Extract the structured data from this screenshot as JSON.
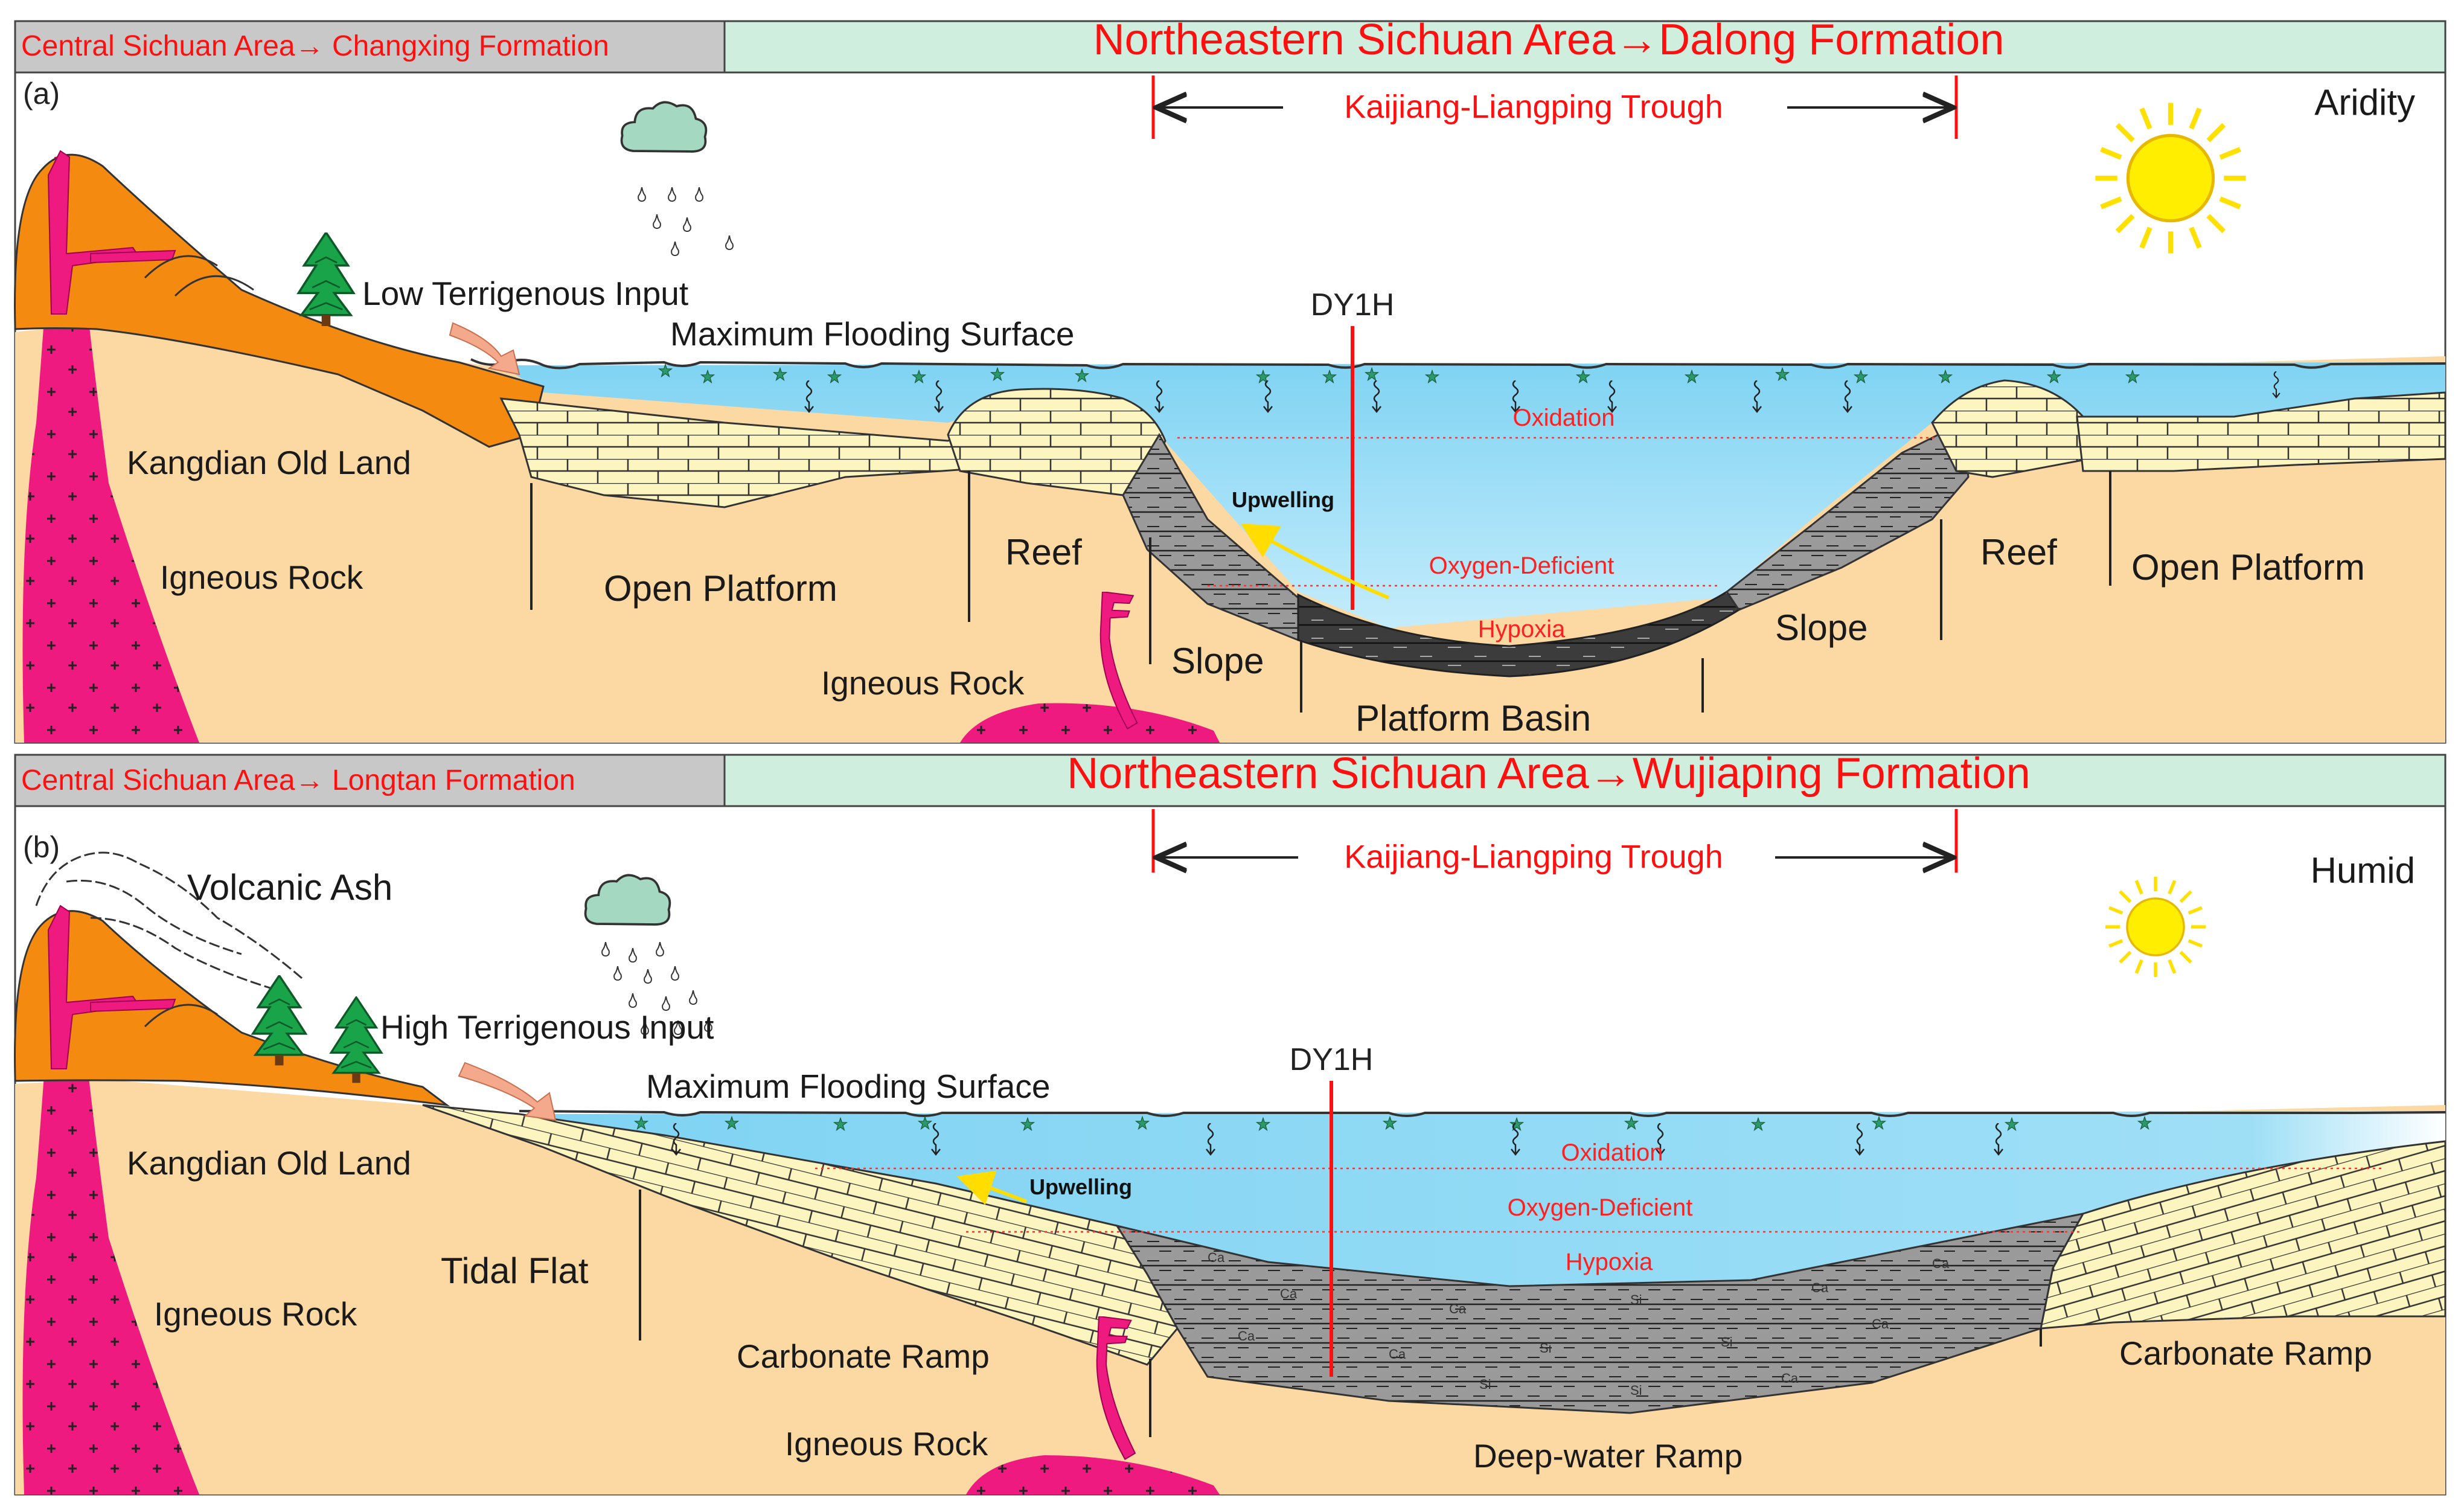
{
  "panels": [
    {
      "id": "a",
      "panel_label": "(a)",
      "climate": "Aridity",
      "header_left": "Central Sichuan Area→ Changxing Formation",
      "header_right": "Northeastern Sichuan Area→Dalong Formation",
      "trough": "Kaijiang-Liangping Trough",
      "well": "DY1H",
      "labels": {
        "input": "Low Terrigenous Input",
        "flooding": "Maximum Flooding Surface",
        "old_land": "Kangdian Old Land",
        "igneous_left": "Igneous Rock",
        "open_platform_left": "Open Platform",
        "reef_left": "Reef",
        "upwelling": "Upwelling",
        "oxidation": "Oxidation",
        "oxygen_deficient": "Oxygen-Deficient",
        "hypoxia": "Hypoxia",
        "igneous_center": "Igneous Rock",
        "slope_left": "Slope",
        "platform_basin": "Platform Basin",
        "slope_right": "Slope",
        "reef_right": "Reef",
        "open_platform_right": "Open Platform"
      }
    },
    {
      "id": "b",
      "panel_label": "(b)",
      "climate": "Humid",
      "header_left": "Central Sichuan Area→ Longtan Formation",
      "header_right": "Northeastern Sichuan Area→Wujiaping Formation",
      "trough": "Kaijiang-Liangping Trough",
      "well": "DY1H",
      "labels": {
        "volcanic_ash": "Volcanic Ash",
        "input": "High Terrigenous Input",
        "flooding": "Maximum Flooding Surface",
        "old_land": "Kangdian Old Land",
        "igneous_left": "Igneous Rock",
        "tidal_flat": "Tidal Flat",
        "carbonate_ramp_left": "Carbonate Ramp",
        "igneous_center": "Igneous Rock",
        "upwelling": "Upwelling",
        "oxidation": "Oxidation",
        "oxygen_deficient": "Oxygen-Deficient",
        "hypoxia": "Hypoxia",
        "deep_water_ramp": "Deep-water Ramp",
        "carbonate_ramp_right": "Carbonate Ramp"
      }
    }
  ],
  "colors": {
    "land": "#fcd8a2",
    "igneous": "#ee1a80",
    "volcano": "#f58a10",
    "limestone": "#fdf5c0",
    "water": "#7fd3f3",
    "shale": "#9a9a9a",
    "dark_shale": "#3c3c3c",
    "header_left_bg": "#c8c8c8",
    "header_right_bg": "#cfeedd",
    "accent_red": "#ff1010",
    "sun": "#ffee00"
  }
}
